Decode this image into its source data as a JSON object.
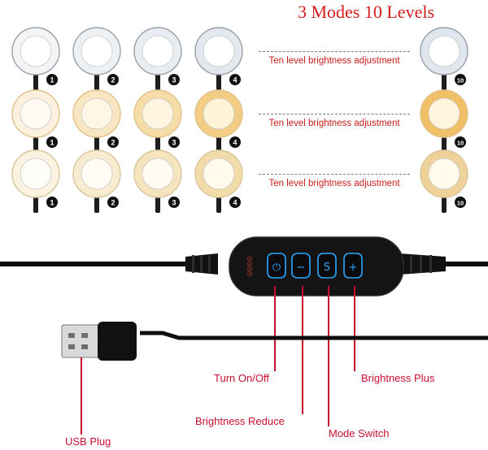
{
  "title": "3 Modes 10 Levels",
  "rows": [
    {
      "tone": "cool",
      "levels": [
        "1",
        "2",
        "3",
        "4"
      ],
      "last_level": "10",
      "caption": "Ten level brightness adjustment"
    },
    {
      "tone": "warm",
      "levels": [
        "1",
        "2",
        "3",
        "4"
      ],
      "last_level": "10",
      "caption": "Ten level brightness adjustment"
    },
    {
      "tone": "neutral",
      "levels": [
        "1",
        "2",
        "3",
        "4"
      ],
      "last_level": "10",
      "caption": "Ten level brightness adjustment"
    }
  ],
  "controller": {
    "brand_text": "0/0/0/0",
    "buttons": [
      {
        "name": "power-icon",
        "glyph": "⏻"
      },
      {
        "name": "minus-icon",
        "glyph": "−"
      },
      {
        "name": "mode-switch-icon",
        "glyph": "S"
      },
      {
        "name": "plus-icon",
        "glyph": "+"
      }
    ]
  },
  "labels": {
    "turn_on_off": "Turn On/Off",
    "brightness_reduce": "Brightness Reduce",
    "mode_switch": "Mode Switch",
    "brightness_plus": "Brightness Plus",
    "usb_plug": "USB Plug"
  },
  "colors": {
    "title": "#d41b1b",
    "caption": "#c81b1b",
    "callout": "#c8102e",
    "button_glow": "#2aa8ff",
    "cool_ring": "#f4f6f8",
    "warm_ring": "#f3c772",
    "neutral_ring": "#f8ecc8"
  }
}
